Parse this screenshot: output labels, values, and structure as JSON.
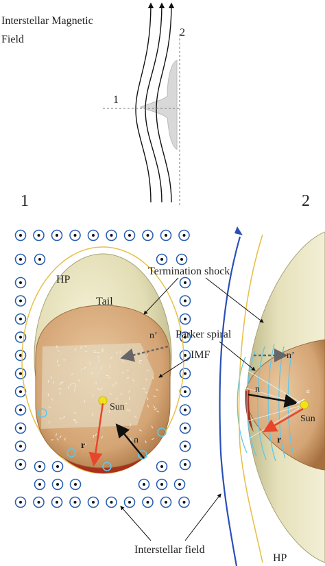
{
  "top_panel": {
    "title_line1": "Interstellar Magnetic",
    "title_line2": "Field",
    "cut1_label": "1",
    "cut2_label": "2"
  },
  "panel_labels": {
    "left": "1",
    "right": "2"
  },
  "left_panel": {
    "hp": "HP",
    "tail": "Tail",
    "n_prime": "n’",
    "sun": "Sun",
    "n": "n",
    "r": "r"
  },
  "right_panel": {
    "n_prime": "n’",
    "n": "n",
    "alpha": "α",
    "sun": "Sun",
    "r": "r",
    "hp": "HP"
  },
  "annotations": {
    "termination_shock": "Termination shock",
    "parker_spiral": "Parker spiral",
    "imf": "IMF",
    "interstellar_field": "Interstellar field"
  },
  "colors": {
    "field_symbol": "#2a5fb0",
    "hp_line": "#e8c04a",
    "interstellar_field_line": "#2a4fb8",
    "ts_body": "#d8a878",
    "sun": "#f2e21a",
    "r_arrow": "#e8452a",
    "spiral": "#5fc8e8"
  }
}
